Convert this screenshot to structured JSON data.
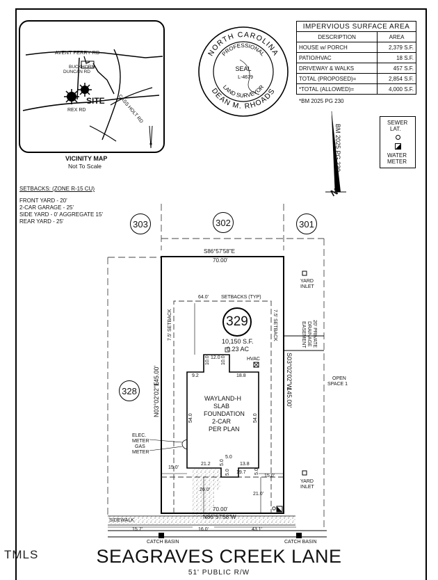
{
  "vicinity_map": {
    "roads": {
      "avent_ferry": "AVENT FERRY RD",
      "buckhorn": "BUCKHORN",
      "duncan": "DUNCAN RD",
      "site": "SITE",
      "rex": "REX RD",
      "cass_holt": "CASS HOLT RD"
    },
    "title": "VICINITY MAP",
    "subtitle": "Not To Scale"
  },
  "seal": {
    "ring_top": "NORTH CAROLINA",
    "ring_bottom": "DEAN M. RHOADS",
    "inner_top": "PROFESSIONAL",
    "inner_bottom": "LAND SURVEYOR",
    "center": "SEAL",
    "number": "L-4679"
  },
  "impervious": {
    "title": "IMPERVIOUS SURFACE AREA",
    "col_description": "DESCRIPTION",
    "col_area": "AREA",
    "rows": [
      {
        "description": "HOUSE w/ PORCH",
        "area": "2,379 S.F."
      },
      {
        "description": "PATIO/HVAC",
        "area": "18 S.F."
      },
      {
        "description": "DRIVEWAY & WALKS",
        "area": "457 S.F."
      },
      {
        "description": "TOTAL (PROPOSED)=",
        "area": "2,854 S.F."
      },
      {
        "description": "*TOTAL (ALLOWED)=",
        "area": "4,000 S.F."
      }
    ],
    "footnote": "*BM 2025 PG 230"
  },
  "north_arrow": {
    "label": "BM 2025 PG 230",
    "letter": "N"
  },
  "legend": {
    "sewer": "SEWER",
    "lat": "LAT.",
    "water": "WATER",
    "meter": "METER"
  },
  "setbacks": {
    "title": "SETBACKS: (ZONE R-15 CU)",
    "lines": [
      "FRONT YARD - 20'",
      "2-CAR GARAGE - 25'",
      "SIDE YARD - 0' AGGREGATE 15'",
      "REAR YARD - 25'"
    ]
  },
  "lots": {
    "l303": "303",
    "l302": "302",
    "l301": "301",
    "l329": "329",
    "l328": "328"
  },
  "lot": {
    "area_sf": "10,150 S.F.",
    "area_ac": "0.23 AC",
    "bearing_top": "S86°57'58\"E",
    "dist_top": "70.00'",
    "bearing_bottom": "N86°57'58\"W",
    "dist_bottom": "70.00'",
    "bearing_left": "N03°02'02\"E",
    "dist_left": "145.00'",
    "bearing_right": "S03°02'02\"W",
    "dist_right": "145.00'"
  },
  "setback_labels": {
    "typ": "SETBACKS (TYP)",
    "left": "7.5' SETBACK",
    "right": "7.5' SETBACK",
    "rear": "64.0'"
  },
  "house": {
    "line1": "WAYLAND-H",
    "line2": "SLAB",
    "line3": "FOUNDATION",
    "line4": "2-CAR",
    "line5": "PER PLAN",
    "hvac": "HVAC",
    "d_top": "12.0",
    "d_notch_l": "10.0",
    "d_notch_r": "10.0",
    "d_left_top": "9.2",
    "d_right_top": "18.8",
    "d_left": "54.0",
    "d_right": "54.0",
    "d_bottom_left": "21.2",
    "d_garage_step": "5.0",
    "d_porch": "13.8",
    "d_porch_h": "5.0",
    "d_porch_v": "5.0",
    "d_bottom_right": "19.7",
    "d_front_right": "5.0"
  },
  "dims": {
    "left_side": "15.0'",
    "right_side": "15.0'",
    "driveway": "26.0'",
    "front": "21.0'",
    "sidewalk_a": "15.7'",
    "sidewalk_b": "16.0'",
    "sidewalk_c": "43.1'"
  },
  "annotations": {
    "yard_inlet": "YARD",
    "inlet": "INLET",
    "drainage1": "20' PRIVATE",
    "drainage2": "DRAINAGE",
    "drainage3": "EASEMENT",
    "open_space1": "OPEN",
    "open_space2": "SPACE 1",
    "elec": "ELEC.",
    "elec_meter": "METER",
    "gas": "GAS",
    "gas_meter": "METER",
    "sidewalk": "SIDEWALK",
    "catch_basin_left": "CATCH BASIN",
    "catch_basin_right": "CATCH BASIN"
  },
  "street": {
    "name": "SEAGRAVES CREEK LANE",
    "row": "51' PUBLIC R/W"
  },
  "watermark": "TMLS"
}
